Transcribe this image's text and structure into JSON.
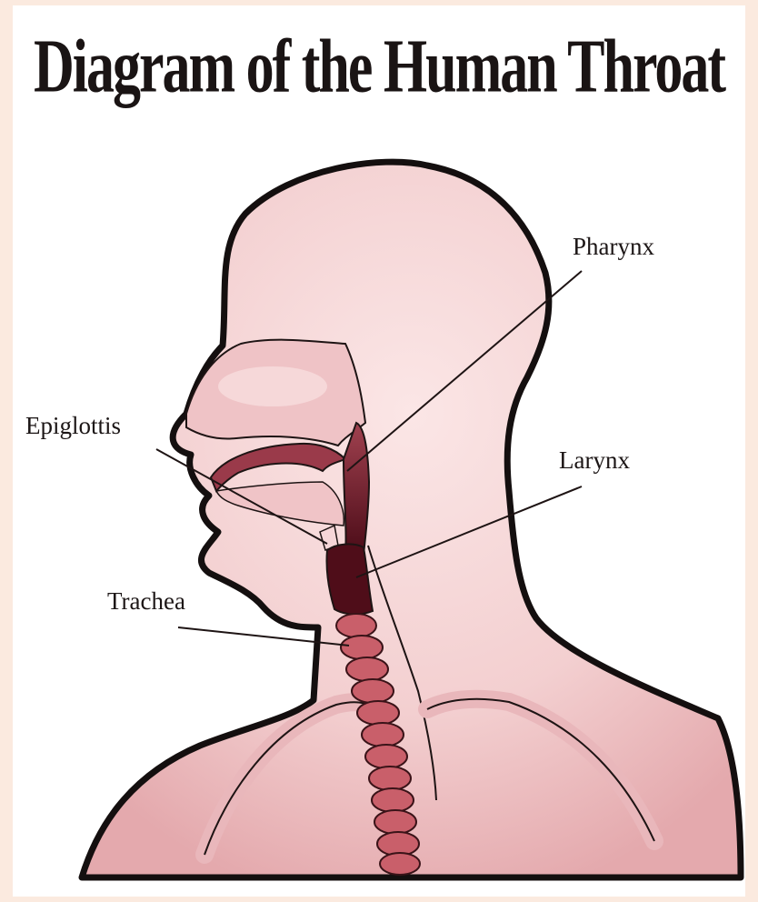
{
  "title": "Diagram of the Human Throat",
  "labels": {
    "pharynx": "Pharynx",
    "epiglottis": "Epiglottis",
    "larynx": "Larynx",
    "trachea": "Trachea"
  },
  "colors": {
    "background": "#fbeadf",
    "skin": "#f2c9c9",
    "skin_shadow": "#d99a9f",
    "airway": "#6a1322",
    "cartilage": "#c95f6a",
    "outline": "#140f0f"
  }
}
